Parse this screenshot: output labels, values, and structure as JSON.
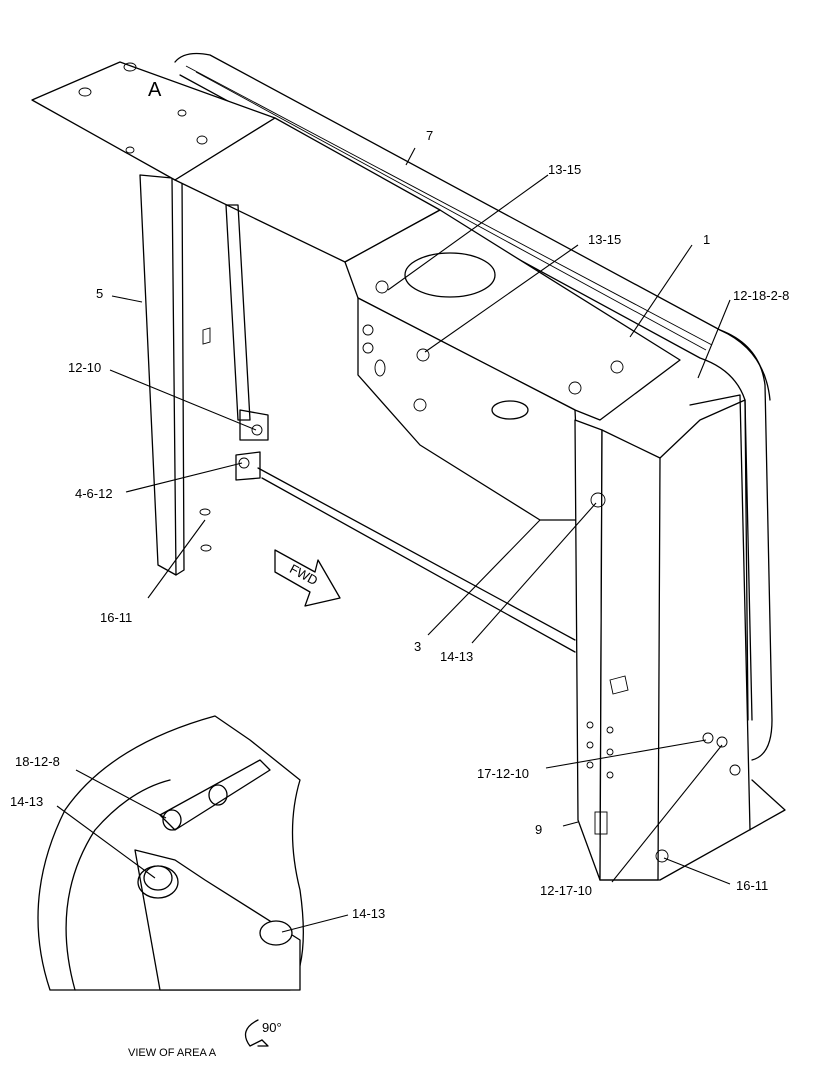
{
  "callouts": {
    "c7": "7",
    "c13_15_a": "13-15",
    "c13_15_b": "13-15",
    "c1": "1",
    "c12_18_2_8": "12-18-2-8",
    "c5": "5",
    "c12_10": "12-10",
    "c4_6_12": "4-6-12",
    "c16_11_a": "16-11",
    "c3": "3",
    "c14_13_a": "14-13",
    "c17_12_10": "17-12-10",
    "c9": "9",
    "c12_17_10": "12-17-10",
    "c16_11_b": "16-11",
    "c18_12_8": "18-12-8",
    "c14_13_b": "14-13",
    "c14_13_c": "14-13"
  },
  "view_marker": "A",
  "fwd_label": "FWD",
  "rotation_label": "90°",
  "view_caption": "VIEW OF AREA A"
}
